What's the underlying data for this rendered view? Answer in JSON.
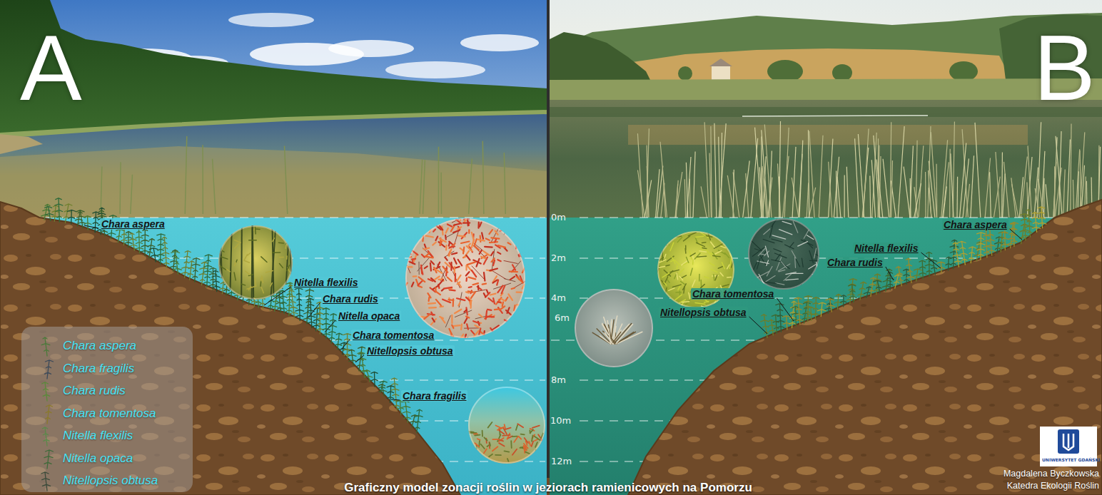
{
  "diagram": {
    "title": "Graficzny model zonacji roślin w jeziorach ramienicowych na Pomorzu",
    "labels": [
      "A",
      "Chara aspera",
      "Nitella flexilis",
      "Chara rudis",
      "Nitella opaca",
      "Chara tomentosa",
      "Nitellopsis obtusa",
      "Chara fragilis",
      "B",
      "0m",
      "2m",
      "4m",
      "6m",
      "8m",
      "10m",
      "12m",
      "Chara aspera",
      "Nitella flexilis",
      "Chara rudis",
      "Chara tomentosa",
      "Nitellopsis obtusa",
      "UNIWERSYTET GDAŃSKI",
      "Magdalena Byczkowska",
      "Katedra Ekologii Roślin"
    ],
    "legend": [
      {
        "text": "Chara aspera"
      },
      {
        "text": "Chara fragilis"
      },
      {
        "text": "Chara rudis"
      },
      {
        "text": "Chara tomentosa"
      },
      {
        "text": "Nitella flexilis"
      },
      {
        "text": "Nitella opaca"
      },
      {
        "text": "Nitellopsis obtusa"
      }
    ]
  }
}
